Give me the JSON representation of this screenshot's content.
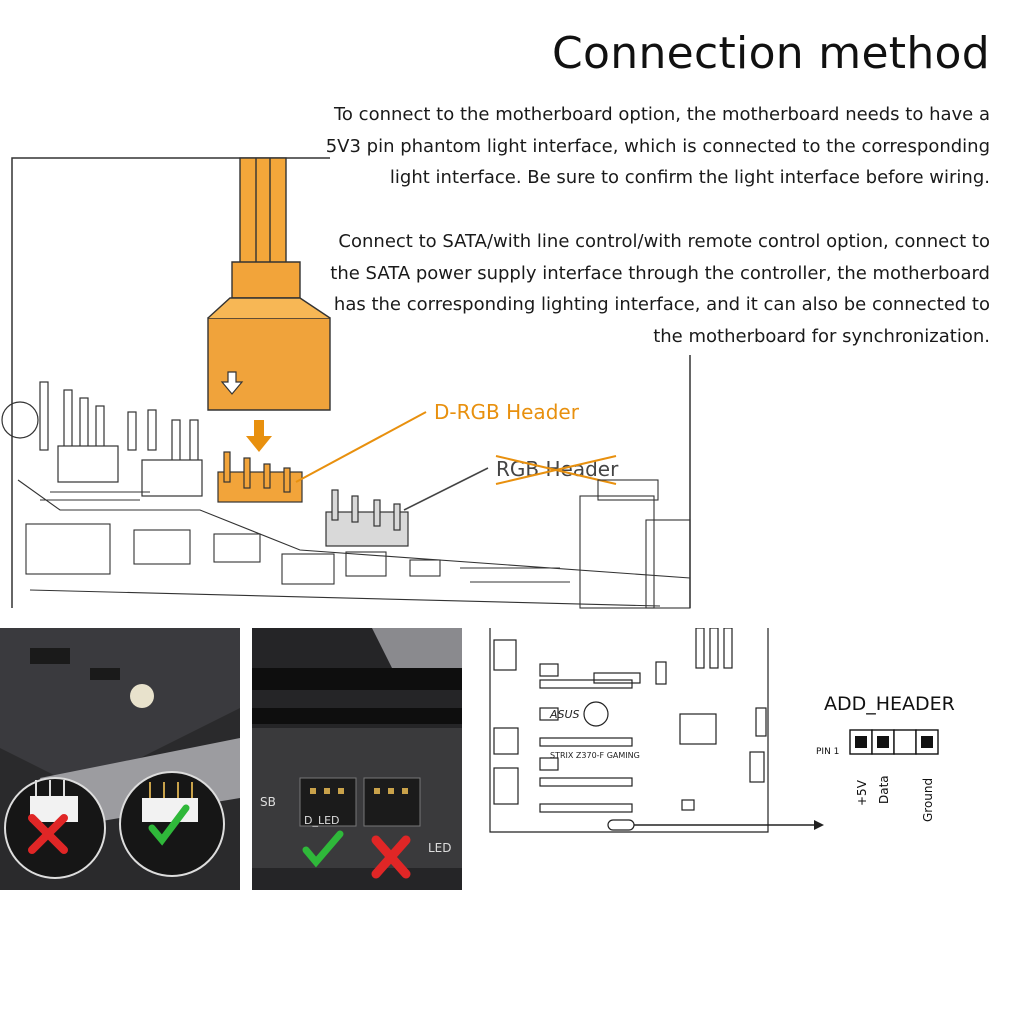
{
  "header": {
    "title": "Connection method"
  },
  "paragraphs": [
    "To connect to the motherboard option, the motherboard needs to have a 5V3 pin phantom light interface, which is connected to the corresponding light interface. Be sure to confirm the light interface before wiring.",
    "Connect to SATA/with line control/with remote control option, connect to the SATA power supply interface through the controller, the motherboard has the corresponding lighting interface, and it can also be connected to the motherboard for synchronization."
  ],
  "diagram": {
    "drgb_label": "D-RGB Header",
    "rgb_label": "RGB Header",
    "accent": "#e8900e"
  },
  "photo2": {
    "sb_label": "SB",
    "dled_label": "D_LED",
    "led_label": "LED"
  },
  "board": {
    "brand": "ASUS",
    "model": "STRIX Z370-F GAMING",
    "header_title": "ADD_HEADER",
    "pin1_label": "PIN 1",
    "pin_labels": [
      "+5V",
      "Data",
      "Ground"
    ]
  }
}
